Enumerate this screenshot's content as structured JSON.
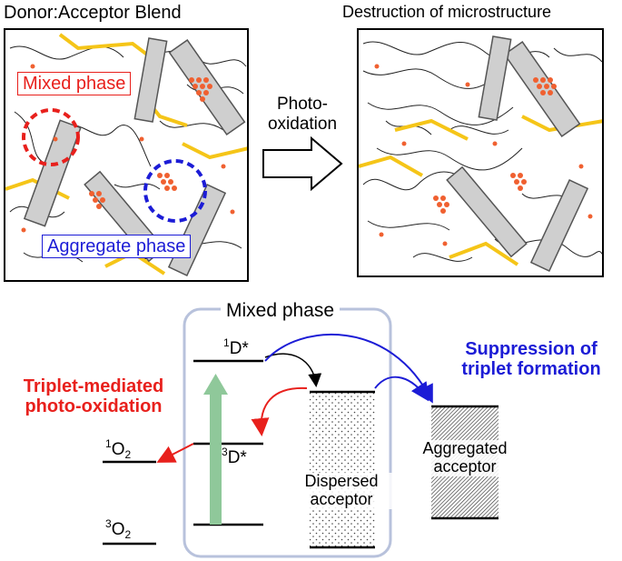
{
  "top": {
    "title_left": "Donor:Acceptor Blend",
    "title_right": "Destruction of microstructure",
    "mixed_phase_label": "Mixed phase",
    "aggregate_phase_label": "Aggregate phase",
    "process_arrow_label": "Photo-oxidation"
  },
  "energy_diagram": {
    "box_title": "Mixed phase",
    "singlet_donor": {
      "sup": "1",
      "main": "D*"
    },
    "triplet_donor": {
      "sup": "3",
      "main": "D*"
    },
    "singlet_oxygen": {
      "sup": "1",
      "main": "O",
      "sub": "2"
    },
    "triplet_oxygen": {
      "sup": "3",
      "main": "O",
      "sub": "2"
    },
    "dispersed_acceptor": "Dispersed acceptor",
    "aggregated_acceptor": "Aggregated acceptor",
    "red_caption": "Triplet-mediated photo-oxidation",
    "blue_caption": "Suppression of triplet formation"
  },
  "colors": {
    "red": "#e8201c",
    "blue": "#1c1cd6",
    "green": "#8fc89a",
    "yellow": "#f5c518",
    "orange_dot": "#f06030",
    "box_border": "#b8c2dc"
  }
}
